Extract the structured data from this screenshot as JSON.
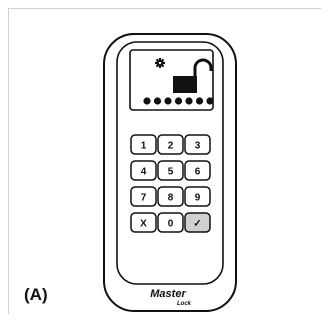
{
  "figure_label": "(A)",
  "brand": {
    "line1": "Master",
    "line2": "Lock"
  },
  "display": {
    "status_icon": "unlocked-padlock-icon",
    "settings_icon": "gear-icon",
    "pin_dots": 7
  },
  "keypad": {
    "rows": [
      [
        "1",
        "2",
        "3"
      ],
      [
        "4",
        "5",
        "6"
      ],
      [
        "7",
        "8",
        "9"
      ],
      [
        "X",
        "0",
        "✓"
      ]
    ],
    "highlight_key": "✓",
    "highlight_color": "#d0d0d0"
  }
}
